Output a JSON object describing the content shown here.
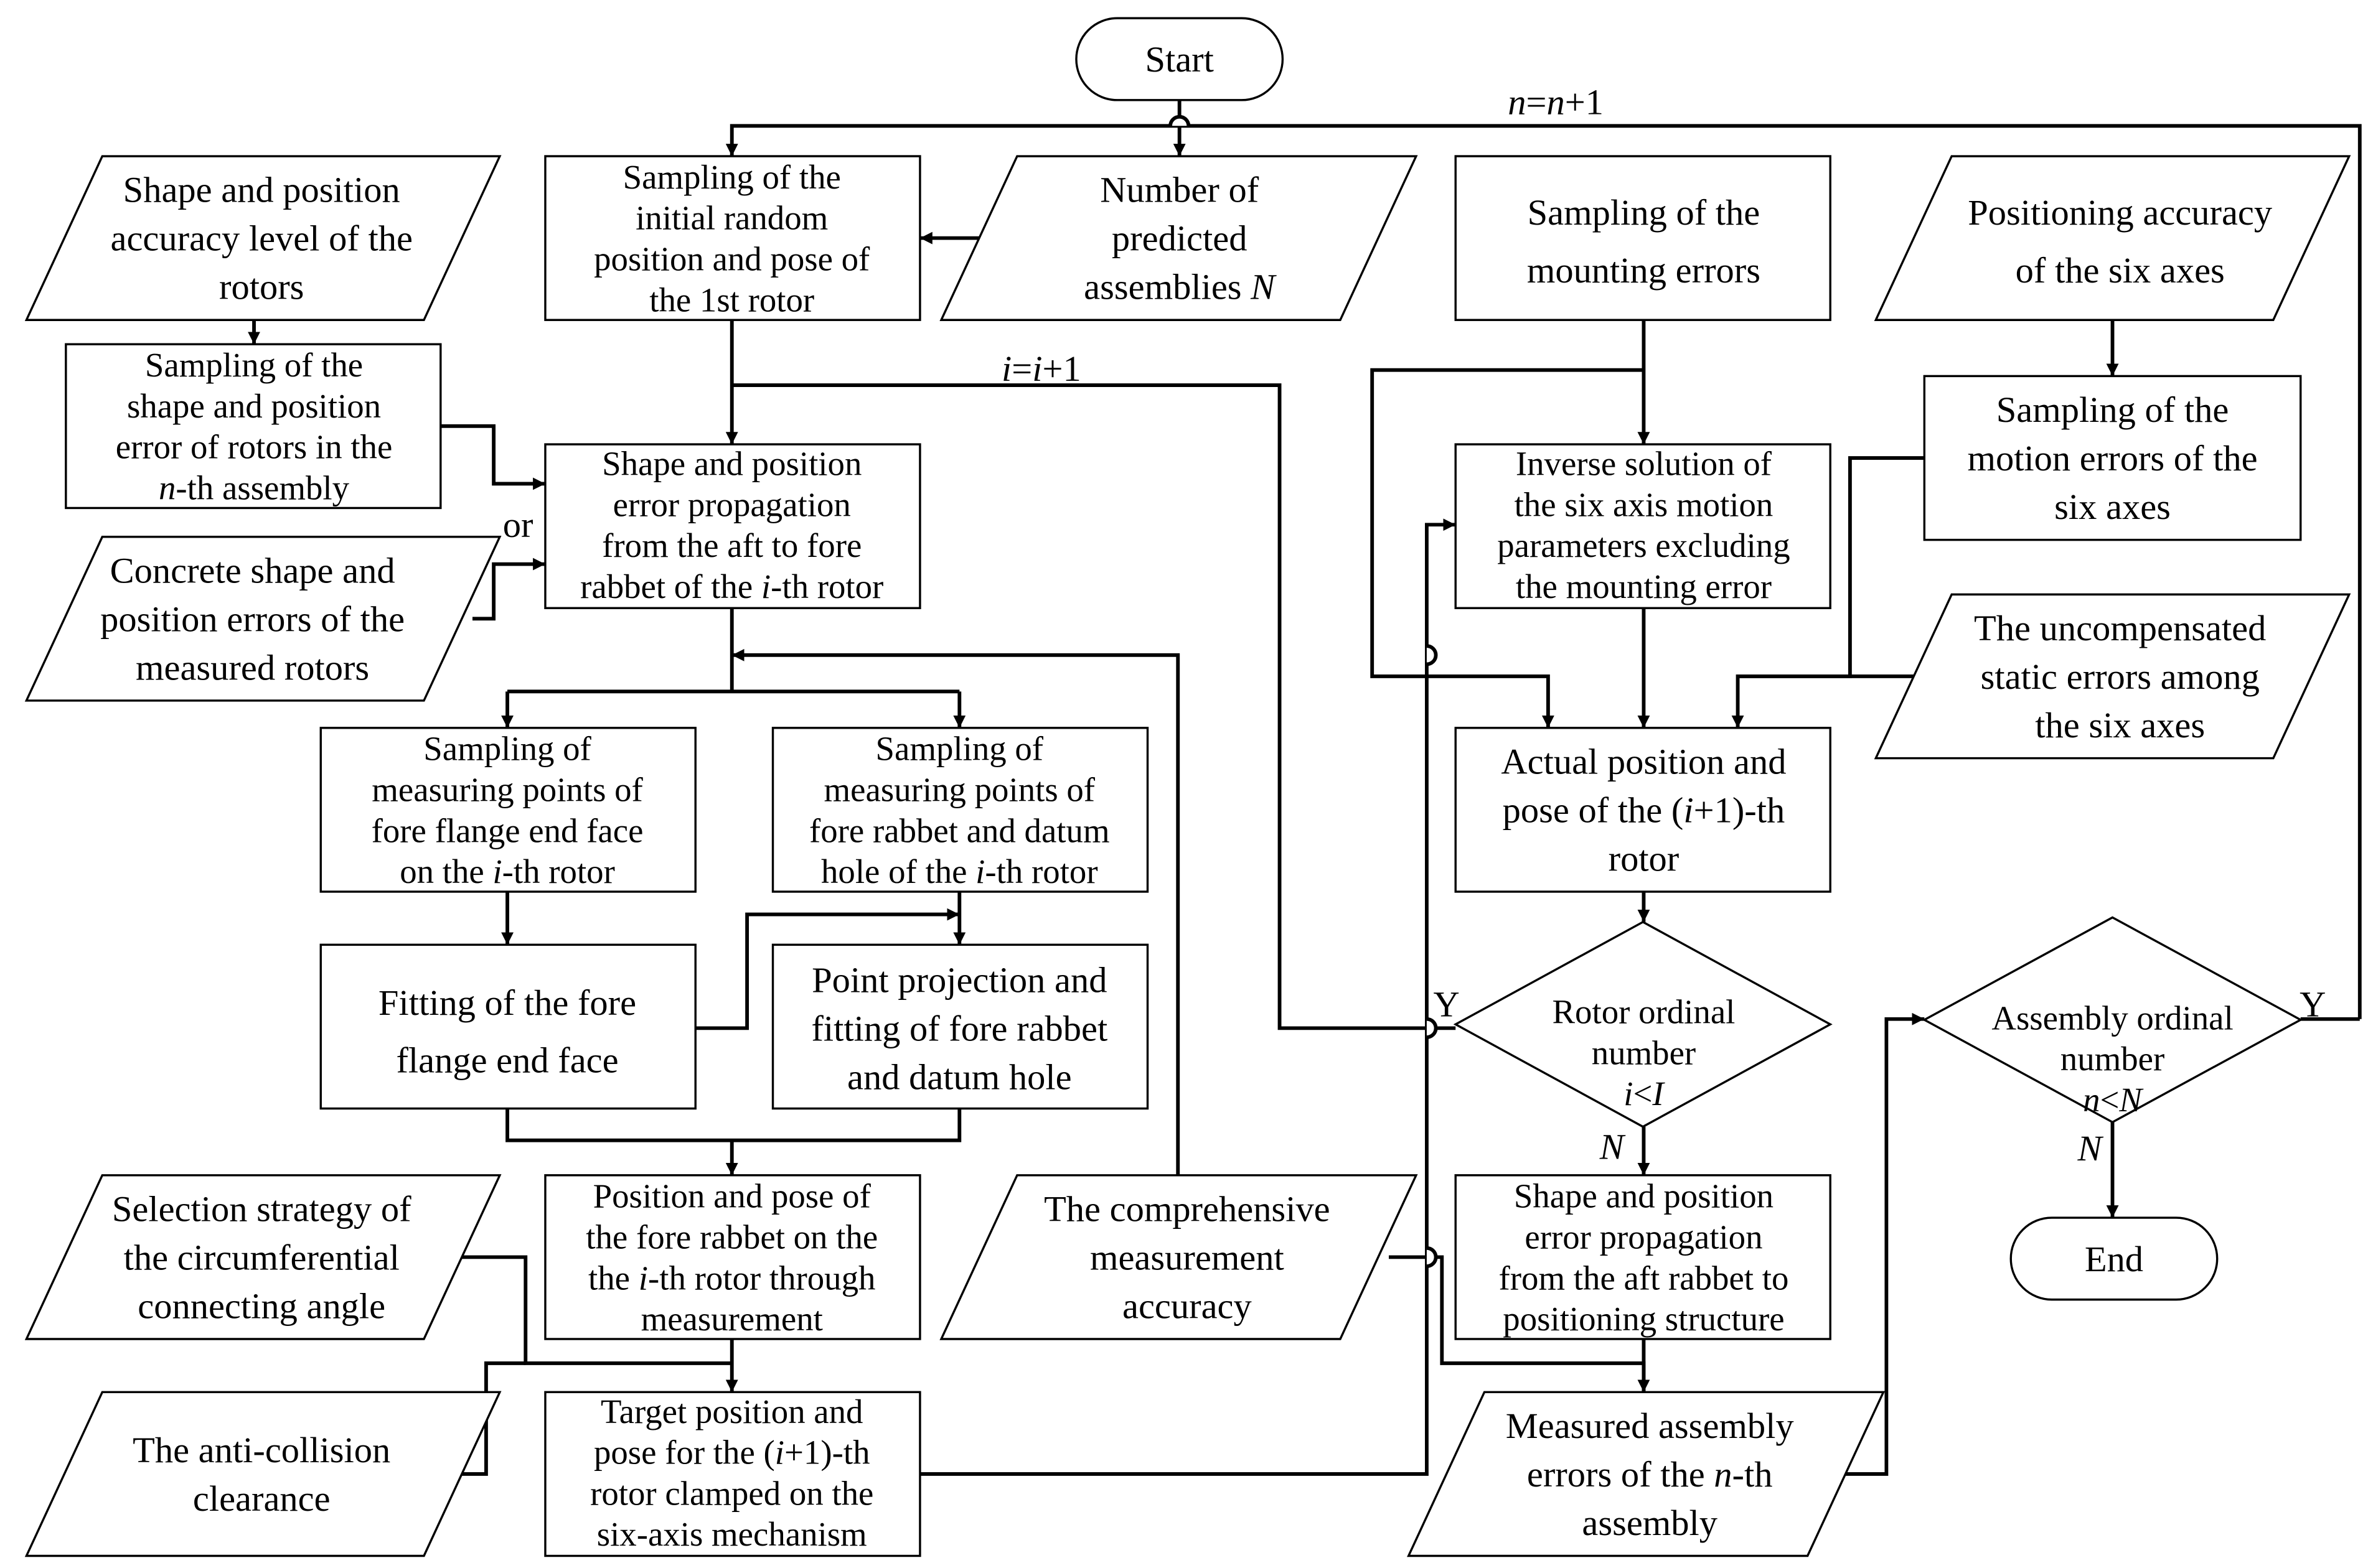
{
  "nodes": {
    "start": {
      "lines": [
        "Start"
      ]
    },
    "end": {
      "lines": [
        "End"
      ]
    },
    "shape_pos_accuracy": {
      "lines": [
        "Shape and position",
        "accuracy level of the",
        "rotors"
      ]
    },
    "sampling_initial": {
      "lines": [
        "Sampling of the",
        "initial random",
        "position and pose of",
        "the 1st rotor"
      ]
    },
    "num_predicted": {
      "lines": [
        "Number of",
        "predicted",
        "assemblies N"
      ]
    },
    "sampling_mounting": {
      "lines": [
        "Sampling of the",
        "mounting errors"
      ]
    },
    "positioning_accuracy": {
      "lines": [
        "Positioning accuracy",
        "of the six axes"
      ]
    },
    "sampling_shape_error": {
      "lines": [
        "Sampling of the",
        "shape and position",
        "error of rotors in the",
        "n-th assembly"
      ]
    },
    "shape_prop_aft_fore": {
      "lines": [
        "Shape and position",
        "error propagation",
        "from the aft to fore",
        "rabbet of the i-th rotor"
      ]
    },
    "inverse_solution": {
      "lines": [
        "Inverse solution of",
        "the six axis motion",
        "parameters excluding",
        "the mounting error"
      ]
    },
    "sampling_motion": {
      "lines": [
        "Sampling of the",
        "motion errors of the",
        "six axes"
      ]
    },
    "concrete_errors": {
      "lines": [
        "Concrete shape and",
        "position errors of the",
        "measured rotors"
      ]
    },
    "uncompensated": {
      "lines": [
        "The uncompensated",
        "static errors among",
        "the six axes"
      ]
    },
    "sampling_flange": {
      "lines": [
        "Sampling of",
        "measuring points of",
        "fore flange end face",
        "on the i-th rotor"
      ]
    },
    "sampling_rabbet": {
      "lines": [
        "Sampling of",
        "measuring points of",
        "fore rabbet and datum",
        "hole of the i-th rotor"
      ]
    },
    "actual_pose": {
      "lines": [
        "Actual position and",
        "pose of  the (i+1)-th",
        "rotor"
      ]
    },
    "fitting_flange": {
      "lines": [
        "Fitting of the fore",
        "flange end face"
      ]
    },
    "point_projection": {
      "lines": [
        "Point projection and",
        "fitting of fore rabbet",
        "and datum hole"
      ]
    },
    "rotor_ordinal": {
      "lines": [
        "Rotor ordinal",
        "number",
        "i<I"
      ]
    },
    "assembly_ordinal": {
      "lines": [
        "Assembly ordinal",
        "number",
        "n<N"
      ]
    },
    "selection_strategy": {
      "lines": [
        "Selection strategy of",
        "the circumferential",
        "connecting angle"
      ]
    },
    "pose_fore_rabbet": {
      "lines": [
        "Position and pose of",
        "the fore rabbet on the",
        "the i-th rotor through",
        "measurement"
      ]
    },
    "comprehensive": {
      "lines": [
        "The comprehensive",
        "measurement",
        "accuracy"
      ]
    },
    "shape_prop_aft_pos": {
      "lines": [
        "Shape and position",
        "error propagation",
        "from the aft rabbet to",
        "positioning structure"
      ]
    },
    "anti_collision": {
      "lines": [
        "The anti-collision",
        "clearance"
      ]
    },
    "target_pose": {
      "lines": [
        "Target position and",
        "pose for the (i+1)-th",
        "rotor clamped on the",
        "six-axis mechanism"
      ]
    },
    "measured_assembly": {
      "lines": [
        "Measured assembly",
        "errors of the n-th",
        "assembly"
      ]
    }
  },
  "labels": {
    "or": "or",
    "n_increment": "n=n+1",
    "i_increment": "i=i+1",
    "rotor_yes": "Y",
    "rotor_no": "N",
    "assembly_yes": "Y",
    "assembly_no": "N"
  }
}
